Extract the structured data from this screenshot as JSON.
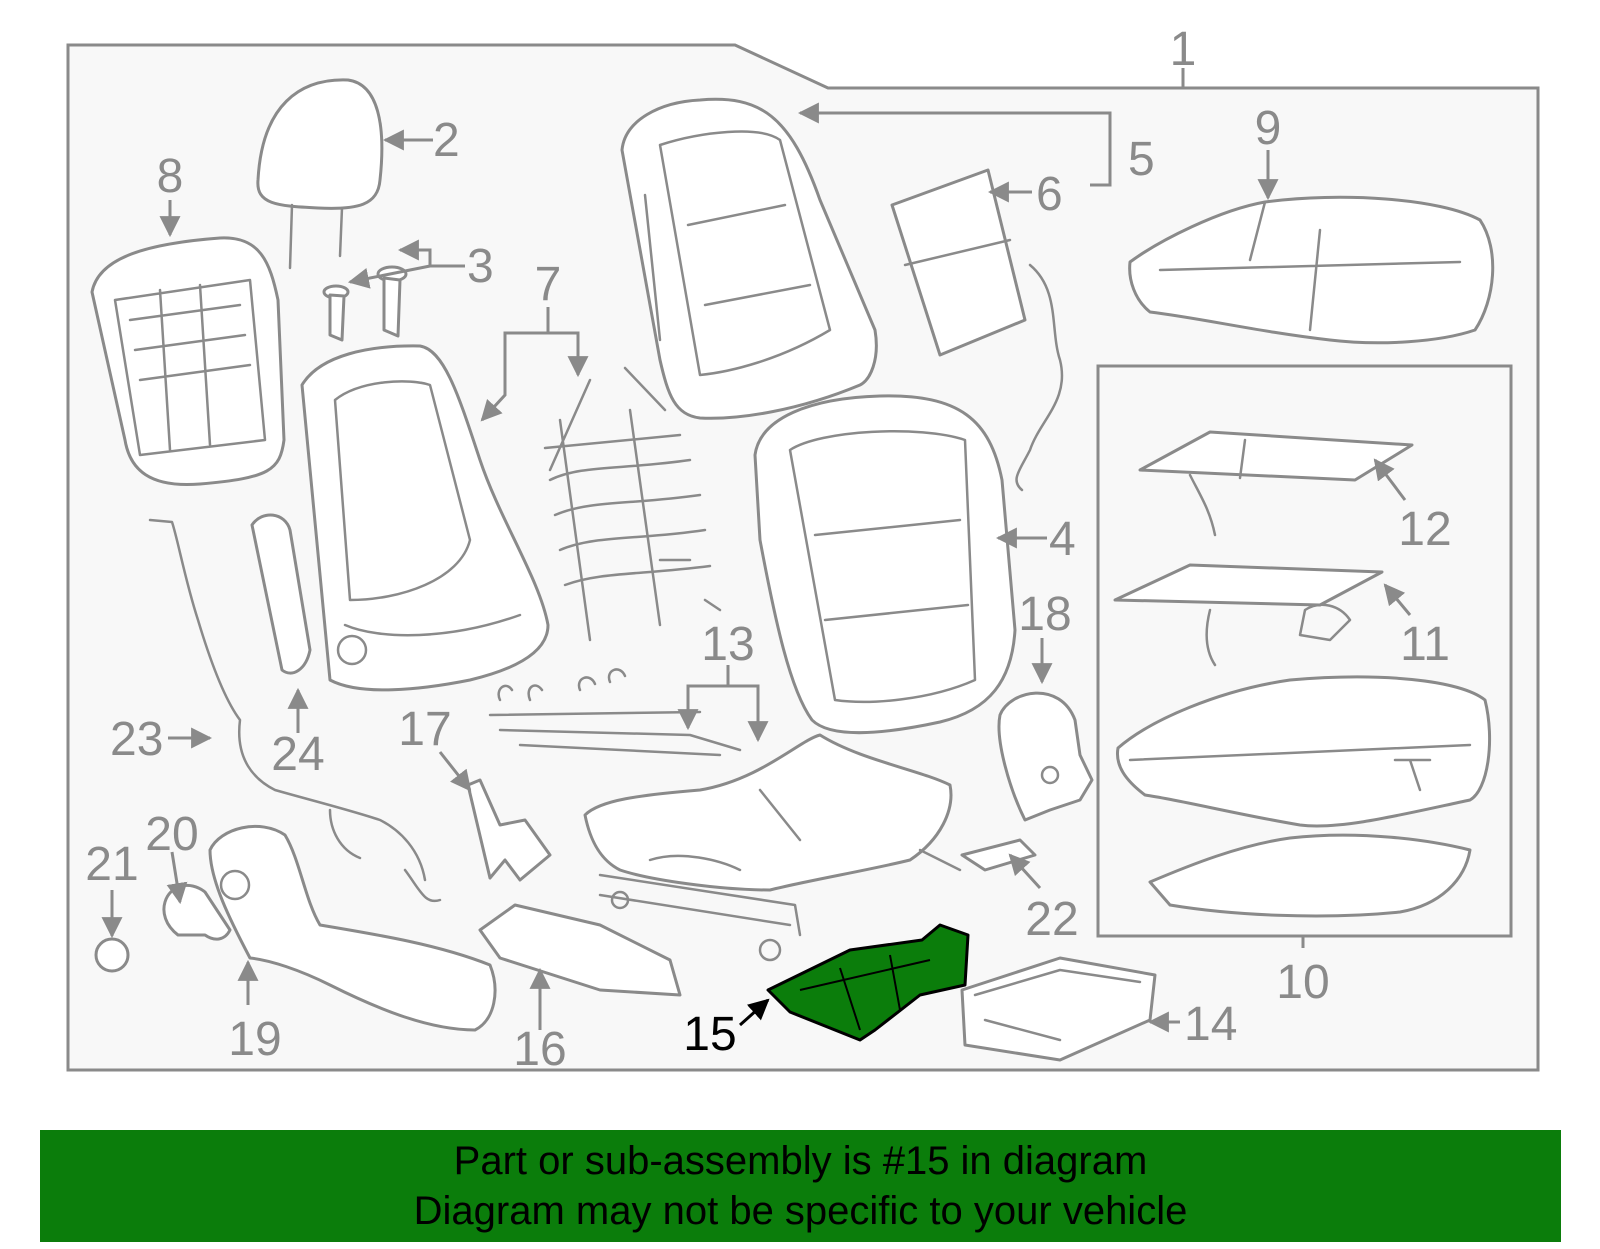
{
  "diagram": {
    "callouts": [
      "1",
      "2",
      "3",
      "4",
      "5",
      "6",
      "7",
      "8",
      "9",
      "10",
      "11",
      "12",
      "13",
      "14",
      "15",
      "16",
      "17",
      "18",
      "19",
      "20",
      "21",
      "22",
      "23",
      "24"
    ],
    "highlighted_part": "15",
    "colors": {
      "line": "#8a8a8a",
      "frame_fill": "#f8f8f8",
      "highlight_fill": "#0b7d0b",
      "highlight_outline": "#000000",
      "banner": "#0b7d0b"
    }
  },
  "banner": {
    "line1": "Part or sub-assembly is #15 in diagram",
    "line2": "Diagram may not be specific to your vehicle"
  }
}
